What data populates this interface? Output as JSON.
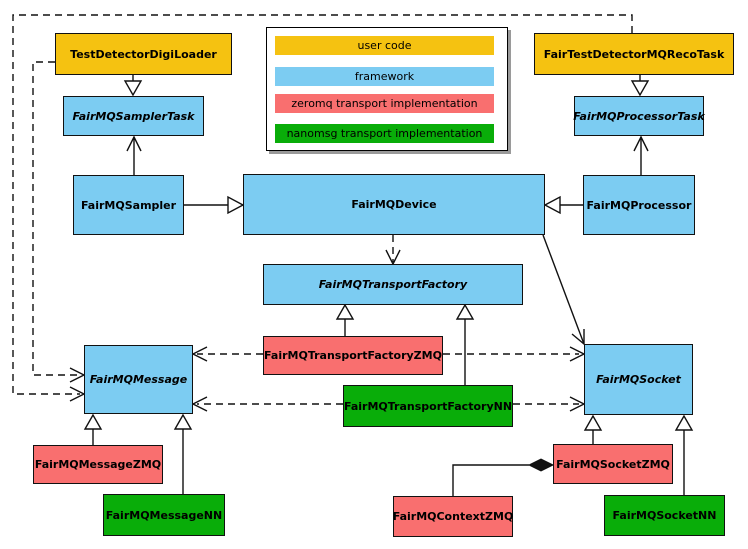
{
  "palette": {
    "user_code": "#F5C211",
    "framework": "#7CCCF2",
    "zeromq": "#F96F6F",
    "nanomsg": "#09AD09",
    "line": "#111111",
    "legend_shadow": "#9a9a9a"
  },
  "legend": {
    "items": [
      {
        "label": "user code",
        "color_key": "user_code"
      },
      {
        "label": "framework",
        "color_key": "framework"
      },
      {
        "label": "zeromq transport implementation",
        "color_key": "zeromq"
      },
      {
        "label": "nanomsg transport implementation",
        "color_key": "nanomsg"
      }
    ]
  },
  "nodes": [
    {
      "label": "TestDetectorDigiLoader",
      "category": "user_code",
      "abstract": false
    },
    {
      "label": "FairTestDetectorMQRecoTask",
      "category": "user_code",
      "abstract": false
    },
    {
      "label": "FairMQSamplerTask",
      "category": "framework",
      "abstract": true
    },
    {
      "label": "FairMQProcessorTask",
      "category": "framework",
      "abstract": true
    },
    {
      "label": "FairMQSampler",
      "category": "framework",
      "abstract": false
    },
    {
      "label": "FairMQDevice",
      "category": "framework",
      "abstract": false
    },
    {
      "label": "FairMQProcessor",
      "category": "framework",
      "abstract": false
    },
    {
      "label": "FairMQTransportFactory",
      "category": "framework",
      "abstract": true
    },
    {
      "label": "FairMQTransportFactoryZMQ",
      "category": "zeromq",
      "abstract": false
    },
    {
      "label": "FairMQTransportFactoryNN",
      "category": "nanomsg",
      "abstract": false
    },
    {
      "label": "FairMQMessage",
      "category": "framework",
      "abstract": true
    },
    {
      "label": "FairMQSocket",
      "category": "framework",
      "abstract": true
    },
    {
      "label": "FairMQMessageZMQ",
      "category": "zeromq",
      "abstract": false
    },
    {
      "label": "FairMQMessageNN",
      "category": "nanomsg",
      "abstract": false
    },
    {
      "label": "FairMQContextZMQ",
      "category": "zeromq",
      "abstract": false
    },
    {
      "label": "FairMQSocketZMQ",
      "category": "zeromq",
      "abstract": false
    },
    {
      "label": "FairMQSocketNN",
      "category": "nanomsg",
      "abstract": false
    }
  ],
  "edges": [
    {
      "from": "TestDetectorDigiLoader",
      "to": "FairMQSamplerTask",
      "type": "inheritance"
    },
    {
      "from": "FairTestDetectorMQRecoTask",
      "to": "FairMQProcessorTask",
      "type": "inheritance"
    },
    {
      "from": "FairMQSampler",
      "to": "FairMQDevice",
      "type": "inheritance"
    },
    {
      "from": "FairMQProcessor",
      "to": "FairMQDevice",
      "type": "inheritance"
    },
    {
      "from": "FairMQSampler",
      "to": "FairMQSamplerTask",
      "type": "association"
    },
    {
      "from": "FairMQProcessor",
      "to": "FairMQProcessorTask",
      "type": "association"
    },
    {
      "from": "FairMQDevice",
      "to": "FairMQSocket",
      "type": "association"
    },
    {
      "from": "FairMQDevice",
      "to": "FairMQTransportFactory",
      "type": "dependency"
    },
    {
      "from": "FairMQTransportFactoryZMQ",
      "to": "FairMQTransportFactory",
      "type": "inheritance"
    },
    {
      "from": "FairMQTransportFactoryNN",
      "to": "FairMQTransportFactory",
      "type": "inheritance"
    },
    {
      "from": "FairMQTransportFactoryZMQ",
      "to": "FairMQMessage",
      "type": "dependency"
    },
    {
      "from": "FairMQTransportFactoryZMQ",
      "to": "FairMQSocket",
      "type": "dependency"
    },
    {
      "from": "FairMQTransportFactoryNN",
      "to": "FairMQMessage",
      "type": "dependency"
    },
    {
      "from": "FairMQTransportFactoryNN",
      "to": "FairMQSocket",
      "type": "dependency"
    },
    {
      "from": "FairMQMessageZMQ",
      "to": "FairMQMessage",
      "type": "inheritance"
    },
    {
      "from": "FairMQMessageNN",
      "to": "FairMQMessage",
      "type": "inheritance"
    },
    {
      "from": "FairMQSocketZMQ",
      "to": "FairMQSocket",
      "type": "inheritance"
    },
    {
      "from": "FairMQSocketNN",
      "to": "FairMQSocket",
      "type": "inheritance"
    },
    {
      "from": "FairMQContextZMQ",
      "to": "FairMQSocketZMQ",
      "type": "composition"
    },
    {
      "from": "TestDetectorDigiLoader",
      "to": "FairMQMessage",
      "type": "dependency"
    },
    {
      "from": "FairTestDetectorMQRecoTask",
      "to": "FairMQMessage",
      "type": "dependency"
    }
  ]
}
